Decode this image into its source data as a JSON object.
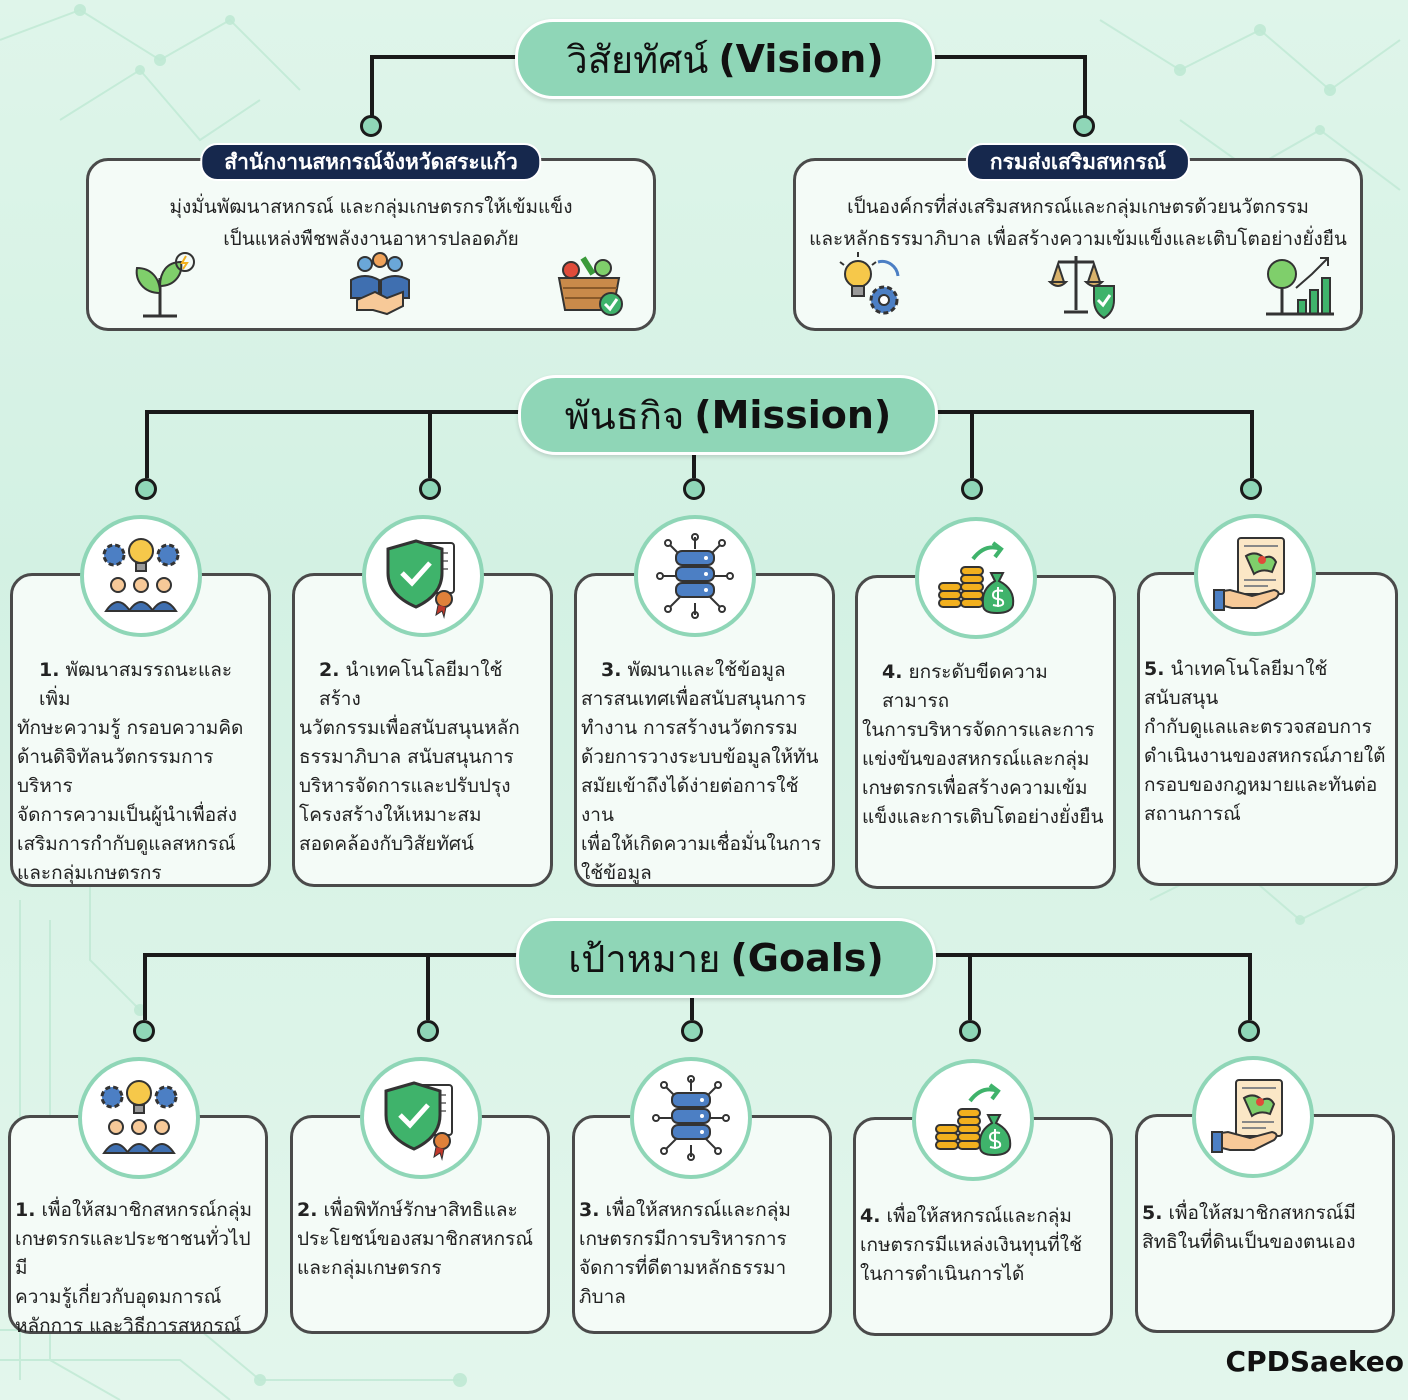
{
  "vision": {
    "title_th": "วิสัยทัศน์",
    "title_en": "(Vision)",
    "left": {
      "header": "สำนักงานสหกรณ์จังหวัดสระแก้ว",
      "line1": "มุ่งมั่นพัฒนาสหกรณ์ และกลุ่มเกษตรกรให้เข้มแข็ง",
      "line2": "เป็นแหล่งพืชพลังงานอาหารปลอดภัย",
      "icons": [
        "plant-energy-icon",
        "handshake-group-icon",
        "vegetable-basket-icon"
      ]
    },
    "right": {
      "header": "กรมส่งเสริมสหกรณ์",
      "line1": "เป็นองค์กรที่ส่งเสริมสหกรณ์และกลุ่มเกษตรด้วยนวัตกรรม",
      "line2": "และหลักธรรมาภิบาล เพื่อสร้างความเข้มแข็งและเติบโตอย่างยั่งยืน",
      "icons": [
        "innovation-bulb-gear-icon",
        "justice-scale-shield-icon",
        "growth-tree-chart-icon"
      ]
    }
  },
  "mission": {
    "title_th": "พันธกิจ",
    "title_en": "(Mission)",
    "items": [
      {
        "num": "1.",
        "icon": "team-idea-icon",
        "lines": [
          "พัฒนาสมรรถนะและเพิ่ม",
          "ทักษะความรู้ กรอบความคิด",
          "ด้านดิจิทัลนวัตกรรมการบริหาร",
          "จัดการความเป็นผู้นำเพื่อส่ง",
          "เสริมการกำกับดูแลสหกรณ์",
          "และกลุ่มเกษตรกร"
        ]
      },
      {
        "num": "2.",
        "icon": "shield-certificate-icon",
        "lines": [
          "นำเทคโนโลยีมาใช้สร้าง",
          "นวัตกรรมเพื่อสนับสนุนหลัก",
          "ธรรมาภิบาล สนับสนุนการ",
          "บริหารจัดการและปรับปรุง",
          "โครงสร้างให้เหมาะสม",
          "สอดคล้องกับวิสัยทัศน์"
        ]
      },
      {
        "num": "3.",
        "icon": "database-network-icon",
        "lines": [
          "พัฒนาและใช้ข้อมูล",
          "สารสนเทศเพื่อสนับสนุนการ",
          "ทำงาน การสร้างนวัตกรรม",
          "ด้วยการวางระบบข้อมูลให้ทัน",
          "สมัยเข้าถึงได้ง่ายต่อการใช้งาน",
          "เพื่อให้เกิดความเชื่อมั่นในการ",
          "ใช้ข้อมูล"
        ]
      },
      {
        "num": "4.",
        "icon": "coins-money-bag-icon",
        "lines": [
          "ยกระดับขีดความสามารถ",
          "ในการบริหารจัดการและการ",
          "แข่งขันของสหกรณ์และกลุ่ม",
          "เกษตรกรเพื่อสร้างความเข้ม",
          "แข็งและการเติบโตอย่างยั่งยืน"
        ]
      },
      {
        "num": "5.",
        "icon": "land-deed-hand-icon",
        "lines": [
          "นำเทคโนโลยีมาใช้สนับสนุน",
          "กำกับดูแลและตรวจสอบการ",
          "ดำเนินงานของสหกรณ์ภายใต้",
          "กรอบของกฎหมายและทันต่อ",
          "สถานการณ์"
        ]
      }
    ]
  },
  "goals": {
    "title_th": "เป้าหมาย",
    "title_en": "(Goals)",
    "items": [
      {
        "num": "1.",
        "icon": "team-idea-icon",
        "lines": [
          "เพื่อให้สมาชิกสหกรณ์กลุ่ม",
          "เกษตรกรและประชาชนทั่วไปมี",
          "ความรู้เกี่ยวกับอุดมการณ์",
          "หลักการ และวิธีการสหกรณ์"
        ]
      },
      {
        "num": "2.",
        "icon": "shield-certificate-icon",
        "lines": [
          "เพื่อพิทักษ์รักษาสิทธิและ",
          "ประโยชน์ของสมาชิกสหกรณ์",
          "และกลุ่มเกษตรกร"
        ]
      },
      {
        "num": "3.",
        "icon": "database-network-icon",
        "lines": [
          "เพื่อให้สหกรณ์และกลุ่ม",
          "เกษตรกรมีการบริหารการ",
          "จัดการที่ดีตามหลักธรรมา",
          "ภิบาล"
        ]
      },
      {
        "num": "4.",
        "icon": "coins-money-bag-icon",
        "lines": [
          "เพื่อให้สหกรณ์และกลุ่ม",
          "เกษตรกรมีแหล่งเงินทุนที่ใช้",
          "ในการดำเนินการได้"
        ]
      },
      {
        "num": "5.",
        "icon": "land-deed-hand-icon",
        "lines": [
          "เพื่อให้สมาชิกสหกรณ์มี",
          "สิทธิในที่ดินเป็นของตนเอง"
        ]
      }
    ]
  },
  "brand": "CPDSaekeo",
  "colors": {
    "accent": "#8fd6b7",
    "navy": "#16284d",
    "border": "#4a4a4a",
    "card": "#f4fbf7"
  }
}
